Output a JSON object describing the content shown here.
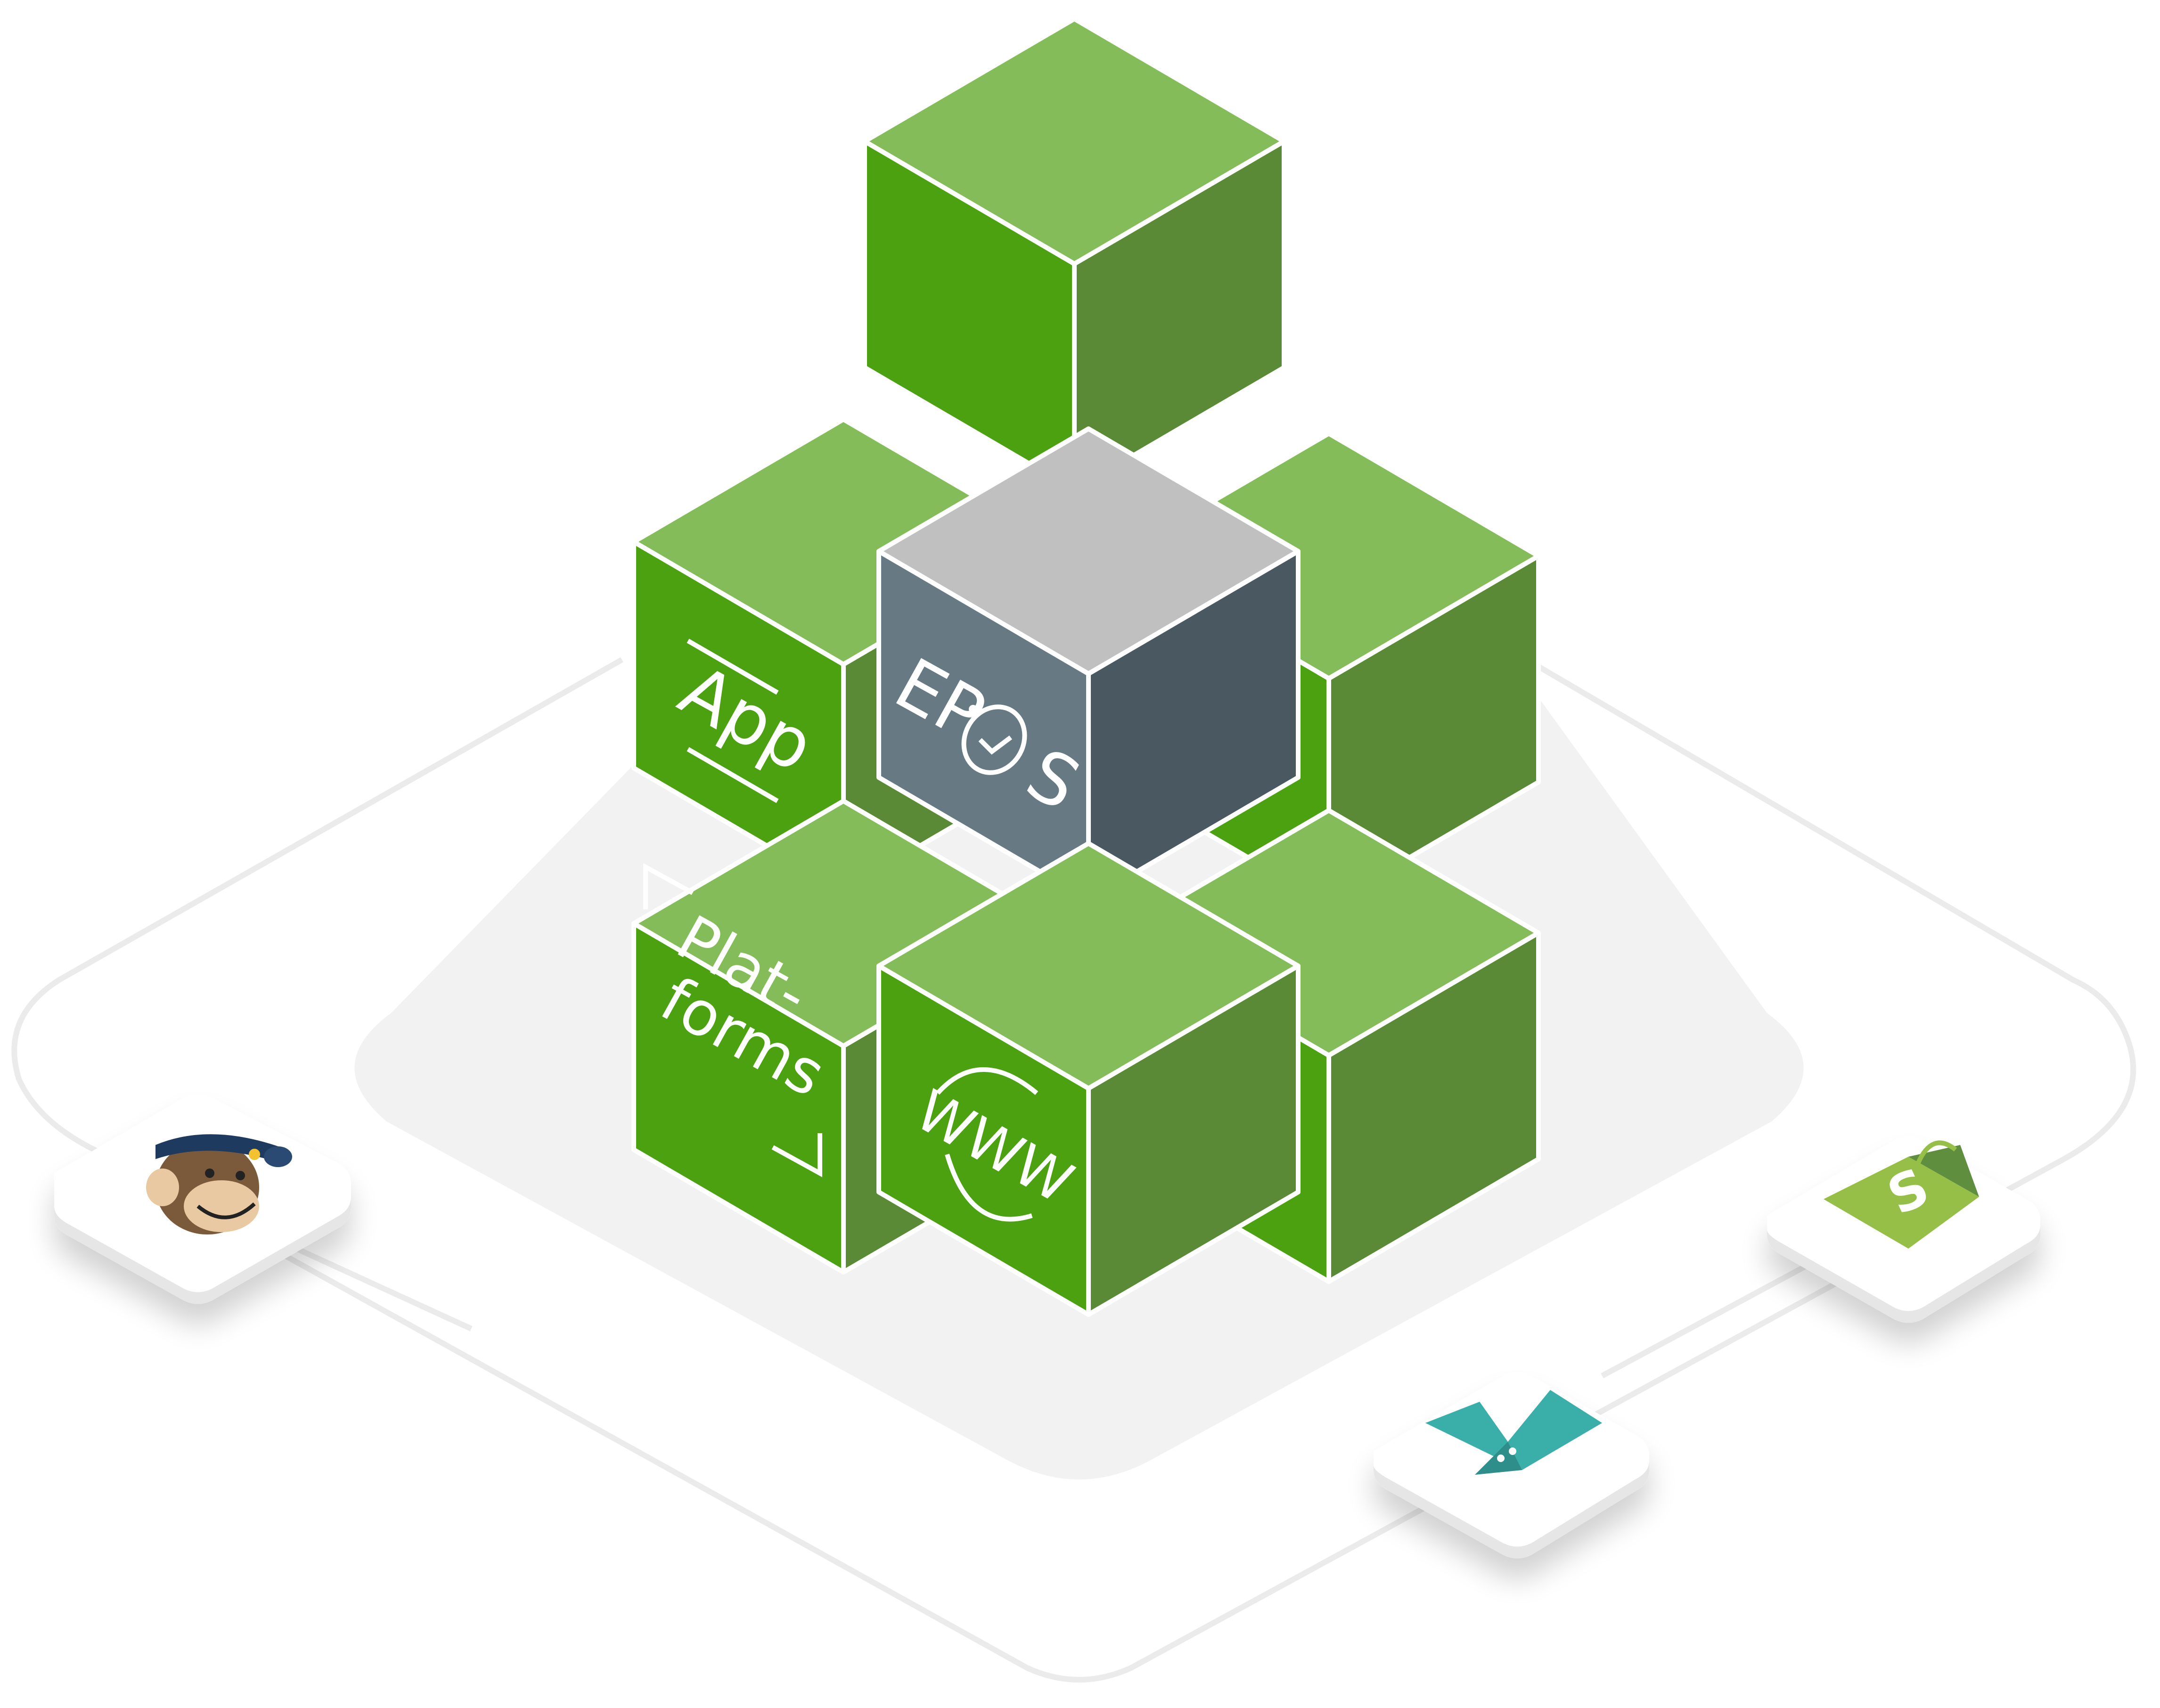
{
  "diagram": {
    "center_block": {
      "label": "EPOS",
      "icon": "clock-check-icon"
    },
    "blocks": [
      {
        "id": "app",
        "label": "App"
      },
      {
        "id": "platforms",
        "label_line1": "Plat-",
        "label_line2": "forms"
      },
      {
        "id": "www",
        "label": "WWW"
      }
    ],
    "integrations": [
      {
        "id": "mailchimp",
        "icon": "mailchimp-monkey-icon"
      },
      {
        "id": "shopify",
        "icon": "shopify-bag-icon"
      },
      {
        "id": "teal-k",
        "icon": "teal-k-logo-icon"
      }
    ],
    "colors": {
      "green_top": "#85BC5A",
      "green_left": "#4CA111",
      "green_right": "#5A8A35",
      "grey_top": "#C0C0C0",
      "grey_left": "#677A84",
      "grey_right": "#4A5862",
      "platform": "#F2F2F2",
      "ring": "#EBEBEB",
      "shopify": "#96BF48",
      "teal": "#3AAFA9"
    }
  }
}
